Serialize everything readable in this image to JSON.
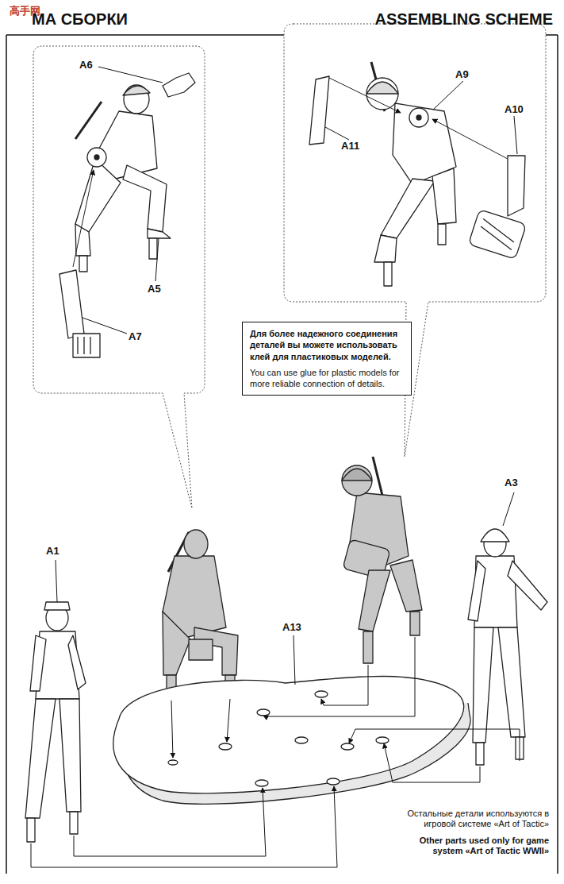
{
  "diagram": {
    "title": "ASSEMBLING SCHEME",
    "nodes": [
      {
        "text": [
          "Для более надежного соединения деталей вы можете использовать клей для пластиковых моделей.",
          "You can use glue for plastic models for more reliable connection of details."
        ]
      }
    ],
    "labels": [
      "高手网",
      "МА СБОРКИ",
      "A6",
      "A5",
      "A7",
      "A11",
      "A9",
      "A10",
      "A1",
      "A13",
      "A3",
      "Остальные детали используются в игровой системе «Art of Tactic»",
      "Other parts used only for game system «Art of Tactic WWII»"
    ]
  }
}
